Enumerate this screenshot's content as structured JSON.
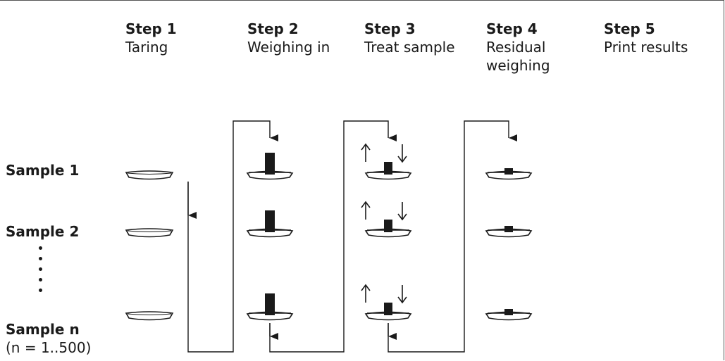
{
  "steps": [
    {
      "number": "Step 1",
      "label": "Taring"
    },
    {
      "number": "Step 2",
      "label": "Weighing in"
    },
    {
      "number": "Step 3",
      "label": "Treat sample"
    },
    {
      "number": "Step 4",
      "label": "Residual\nweighing"
    },
    {
      "number": "Step 5",
      "label": "Print results"
    }
  ],
  "samples": [
    {
      "label": "Sample 1"
    },
    {
      "label": "Sample 2"
    },
    {
      "label": "Sample n"
    }
  ],
  "sample_range_note": "(n = 1..500)"
}
